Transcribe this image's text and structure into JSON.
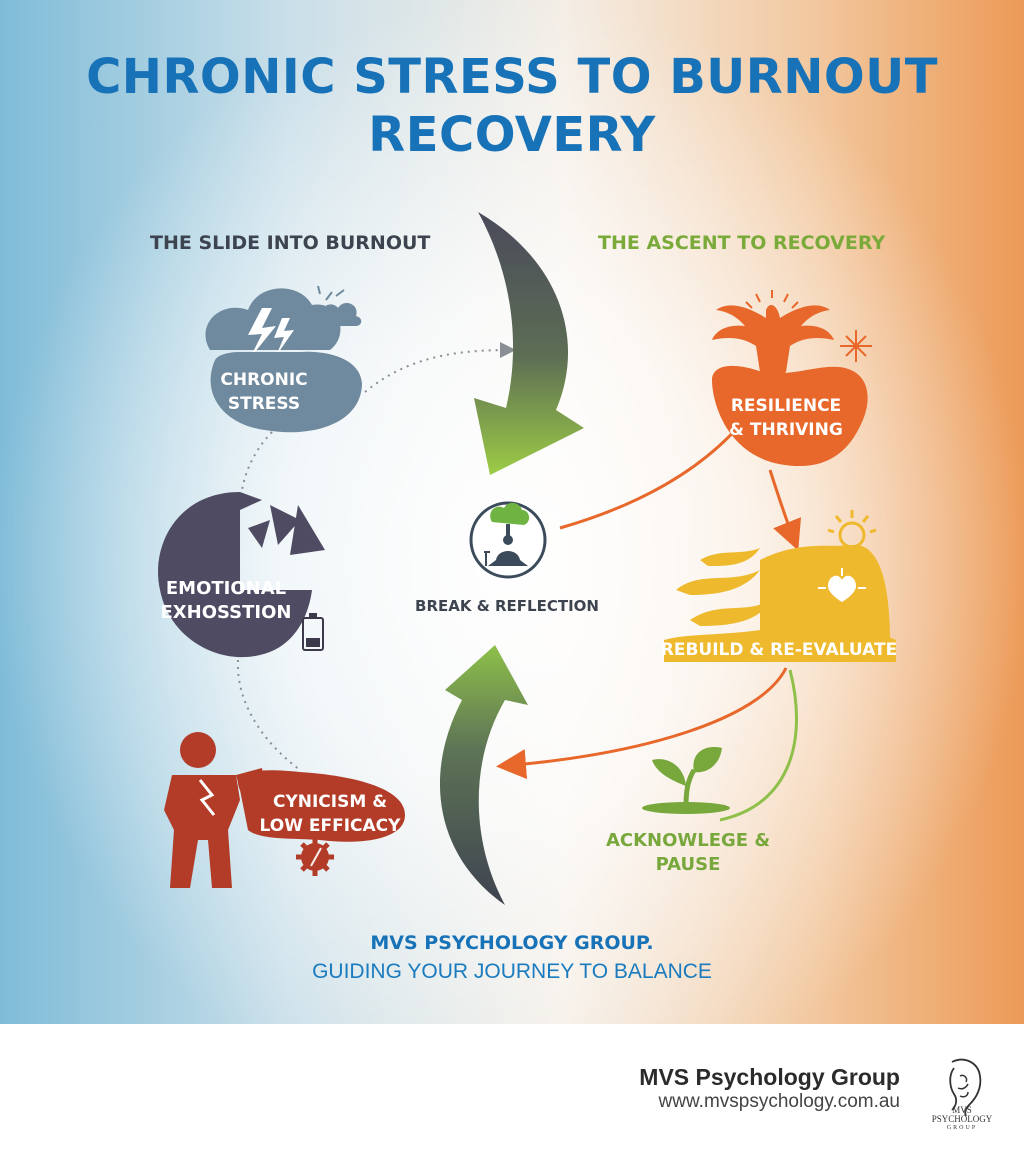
{
  "title": {
    "line1": "CHRONIC STRESS TO BURNOUT",
    "line2": "RECOVERY"
  },
  "left_heading": "THE SLIDE INTO BURNOUT",
  "right_heading": "THE ASCENT TO RECOVERY",
  "nodes": {
    "chronic_stress": {
      "line1": "CHRONIC",
      "line2": "STRESS"
    },
    "emotional_exhaustion": {
      "line1": "EMOTIONAL",
      "line2": "EXHOSSTION"
    },
    "cynicism": {
      "line1": "CYNICISM &",
      "line2": "LOW EFFICACY"
    },
    "break": "BREAK & REFLECTION",
    "resilience": {
      "line1": "RESILIENCE",
      "line2": "& THRIVING"
    },
    "rebuild": "REBUILD & RE-EVALUATE",
    "acknowledge": {
      "line1": "ACKNOWLEGE &",
      "line2": "PAUSE"
    }
  },
  "footer": {
    "name": "MVS PSYCHOLOGY GROUP.",
    "tagline": "GUIDING YOUR JOURNEY TO BALANCE"
  },
  "brand": {
    "name": "MVS Psychology Group",
    "url": "www.mvspsychology.com.au",
    "logo_line1": "MVS",
    "logo_line2": "PSYCHOLOGY",
    "logo_line3": "GROUP"
  },
  "colors": {
    "title": "#1872b8",
    "left_heading": "#3d4450",
    "right_heading": "#7aaa3a",
    "stress_cloud": "#6f8a9e",
    "exhaustion": "#4f4b63",
    "cynicism": "#b23c28",
    "resilience": "#e8682c",
    "rebuild": "#efb92e",
    "acknowledge": "#78a83c"
  },
  "icons": [
    "cloud-lightning-icon",
    "pie-fragment-icon",
    "battery-low-icon",
    "broken-figure-icon",
    "gear-icon",
    "meditation-tree-icon",
    "phoenix-icon",
    "sun-heart-icon",
    "sprout-icon"
  ]
}
